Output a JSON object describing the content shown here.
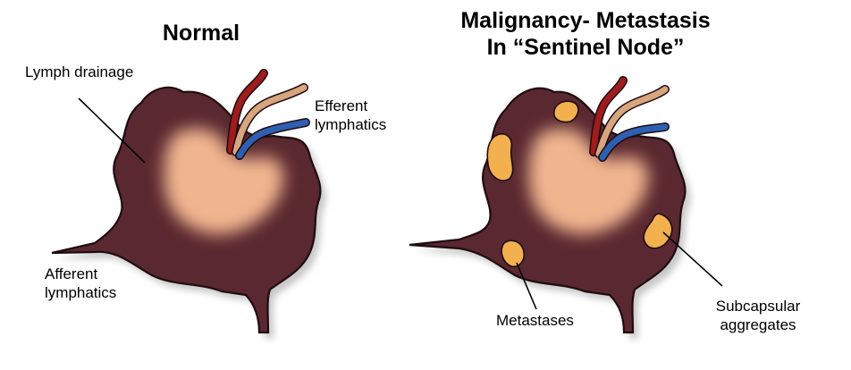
{
  "colors": {
    "node_fill": "#5a2830",
    "node_outline": "#1e0b0f",
    "core_fill": "#f2bb94",
    "artery": "#9e1c1c",
    "tan_vessel": "#d7a57e",
    "vein": "#2f5fb0",
    "metastasis": "#f2b04e"
  },
  "normal": {
    "title": "Normal",
    "lymph_drainage": "Lymph drainage",
    "efferent_line1": "Efferent",
    "efferent_line2": "lymphatics",
    "afferent_line1": "Afferent",
    "afferent_line2": "lymphatics"
  },
  "malignant": {
    "title_line1": "Malignancy- Metastasis",
    "title_line2": "In “Sentinel Node”",
    "metastases": "Metastases",
    "subcapsular_line1": "Subcapsular",
    "subcapsular_line2": "aggregates"
  }
}
